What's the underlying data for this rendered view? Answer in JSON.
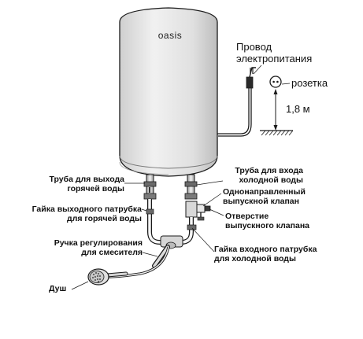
{
  "brand": "oasis",
  "labels": {
    "power_wire_line1": "Провод",
    "power_wire_line2": "электропитания",
    "socket": "розетка",
    "height": "1,8 м",
    "hot_pipe_line1": "Труба для выхода",
    "hot_pipe_line2": "горячей воды",
    "cold_pipe_line1": "Труба для входа",
    "cold_pipe_line2": "холодной воды",
    "check_valve_line1": "Однонаправленный",
    "check_valve_line2": "выпускной клапан",
    "hot_nut_line1": "Гайка выходного патрубка",
    "hot_nut_line2": "для горячей воды",
    "valve_hole_line1": "Отверстие",
    "valve_hole_line2": "выпускного клапана",
    "mixer_handle_line1": "Ручка регулирования",
    "mixer_handle_line2": "для смесителя",
    "cold_nut_line1": "Гайка входного патрубка",
    "cold_nut_line2": "для холодной воды",
    "shower": "Душ"
  },
  "colors": {
    "tank_body": "#e2e2e2",
    "outline": "#1a1a1a"
  }
}
